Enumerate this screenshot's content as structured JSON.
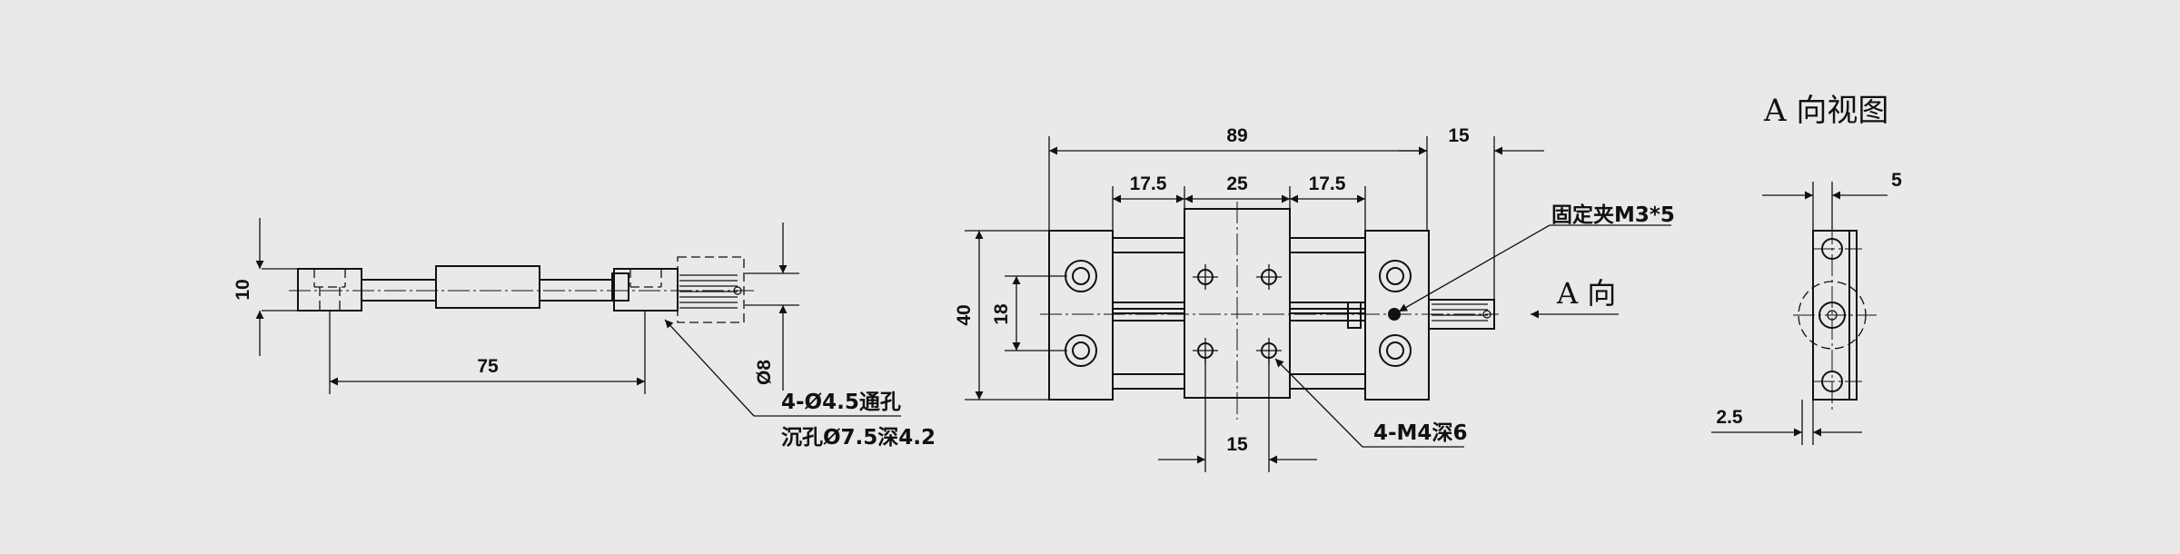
{
  "view_left": {
    "dim_height": "10",
    "dim_length": "75",
    "dim_diameter": "Ø8",
    "note_line1": "4-Ø4.5通孔",
    "note_line2": "沉孔Ø7.5深4.2"
  },
  "view_middle": {
    "dim_total": "89",
    "dim_extension": "15",
    "dim_left_segment": "17.5",
    "dim_center_segment": "25",
    "dim_right_segment": "17.5",
    "dim_height": "40",
    "dim_inner_height": "18",
    "dim_bottom_spacing": "15",
    "note_clamp": "固定夹M3*5",
    "note_holes": "4-M4深6",
    "view_direction": "A 向"
  },
  "view_right": {
    "title": "A 向视图",
    "dim_top": "5",
    "dim_bottom": "2.5"
  }
}
